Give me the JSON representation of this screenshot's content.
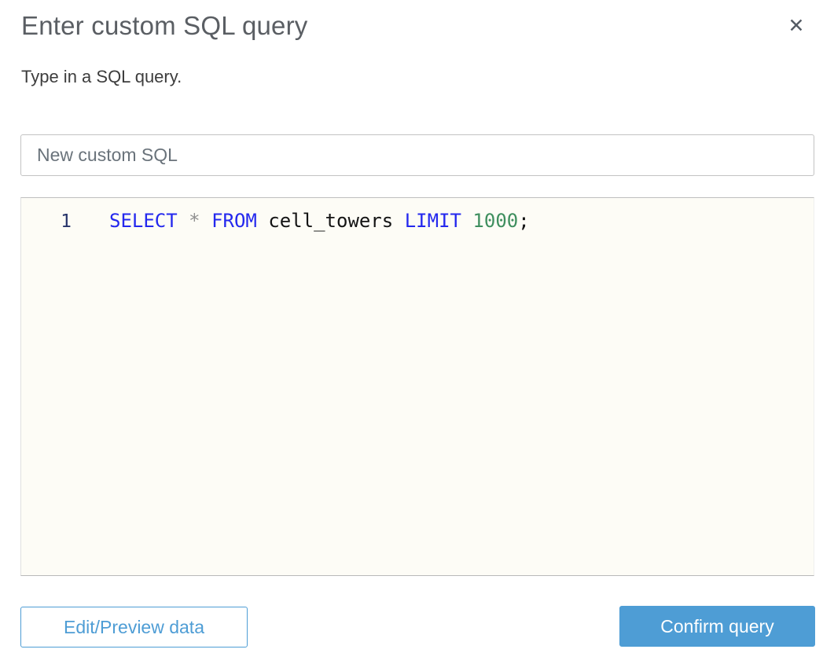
{
  "modal": {
    "title": "Enter custom SQL query",
    "subtitle": "Type in a SQL query.",
    "close_icon_glyph": "✕"
  },
  "name_input": {
    "value": "New custom SQL"
  },
  "editor": {
    "query_plain": "SELECT * FROM cell_towers LIMIT 1000;",
    "lines": [
      {
        "number": "1",
        "tokens": [
          {
            "type": "keyword",
            "text": "SELECT"
          },
          {
            "type": "plain",
            "text": " "
          },
          {
            "type": "operator",
            "text": "*"
          },
          {
            "type": "plain",
            "text": " "
          },
          {
            "type": "keyword",
            "text": "FROM"
          },
          {
            "type": "plain",
            "text": " "
          },
          {
            "type": "identifier",
            "text": "cell_towers"
          },
          {
            "type": "plain",
            "text": " "
          },
          {
            "type": "keyword",
            "text": "LIMIT"
          },
          {
            "type": "plain",
            "text": " "
          },
          {
            "type": "number",
            "text": "1000"
          },
          {
            "type": "punctuation",
            "text": ";"
          }
        ]
      }
    ]
  },
  "buttons": {
    "edit_preview_label": "Edit/Preview data",
    "confirm_label": "Confirm query"
  },
  "colors": {
    "accent_blue": "#4e9dd5",
    "keyword": "#2428ee",
    "number_literal": "#3f8f5f",
    "operator": "#909090",
    "identifier": "#141414",
    "line_number": "#28356b",
    "editor_background": "#fdfcf6",
    "title_text": "#5a5e63",
    "input_text": "#6a737b"
  }
}
